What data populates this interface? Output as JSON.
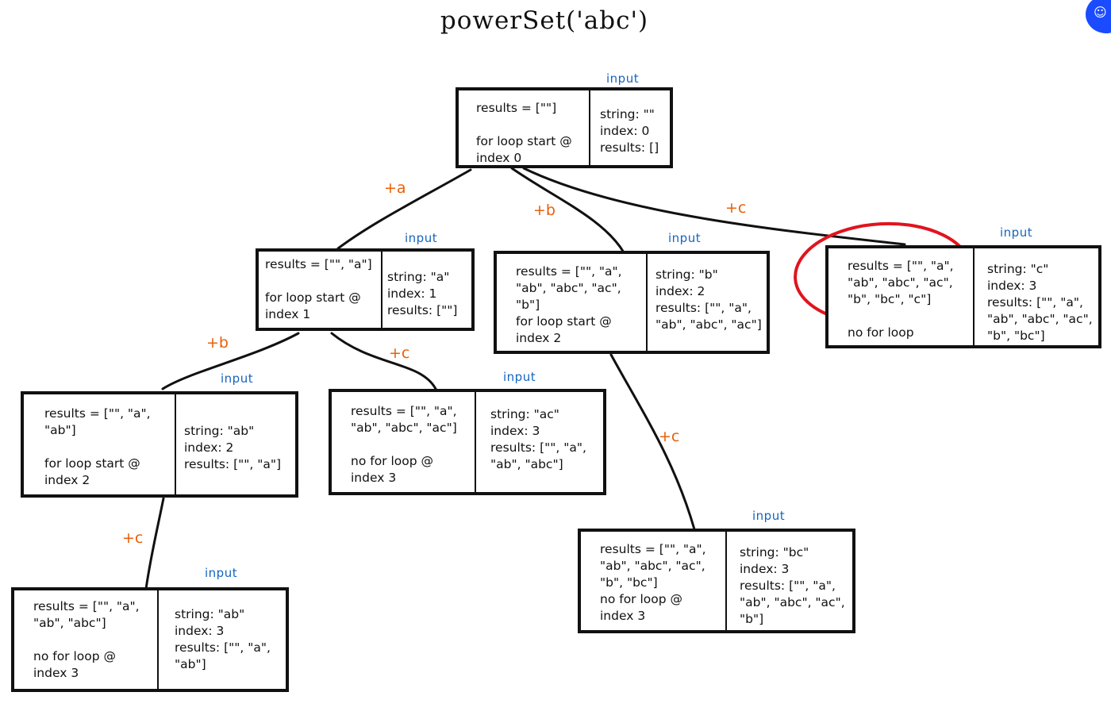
{
  "title": "powerSet('abc')",
  "colors": {
    "ink": "#111111",
    "input_label": "#1565c0",
    "edge_label": "#e8600a",
    "highlight": "#e0141e",
    "avatar": "#1a4bff"
  },
  "avatar_icon": "user-icon",
  "avatar_glyph": "☺",
  "input_label": "input",
  "nodes": {
    "root": {
      "left": "results = [\"\"]\n\nfor loop start @\nindex 0",
      "right": "string: \"\"\nindex: 0\nresults: []"
    },
    "a": {
      "left": "results = [\"\", \"a\"]\n\nfor loop start @\nindex 1",
      "right": "string: \"a\"\nindex: 1\nresults: [\"\"]"
    },
    "b": {
      "left": "results = [\"\", \"a\",\n\"ab\", \"abc\", \"ac\",\n\"b\"]\nfor loop start @\nindex 2",
      "right": "string: \"b\"\nindex: 2\nresults: [\"\", \"a\",\n\"ab\", \"abc\", \"ac\"]"
    },
    "c": {
      "left": "results = [\"\", \"a\",\n\"ab\", \"abc\", \"ac\",\n\"b\", \"bc\", \"c\"]\n\nno for loop",
      "right": "string: \"c\"\nindex: 3\nresults: [\"\", \"a\",\n\"ab\", \"abc\", \"ac\",\n\"b\", \"bc\"]"
    },
    "ab": {
      "left": "results = [\"\", \"a\",\n\"ab\"]\n\nfor loop start @\nindex 2",
      "right": "string: \"ab\"\nindex: 2\nresults: [\"\", \"a\"]"
    },
    "ac": {
      "left": "results = [\"\", \"a\",\n\"ab\", \"abc\", \"ac\"]\n\nno for loop @\nindex 3",
      "right": "string: \"ac\"\nindex: 3\nresults: [\"\", \"a\",\n\"ab\", \"abc\"]"
    },
    "abc": {
      "left": "results = [\"\", \"a\",\n\"ab\", \"abc\"]\n\nno for loop @\nindex 3",
      "right": "string: \"ab\"\nindex: 3\nresults: [\"\", \"a\",\n\"ab\"]"
    },
    "bc": {
      "left": "results = [\"\", \"a\",\n\"ab\", \"abc\", \"ac\",\n\"b\", \"bc\"]\nno for loop @\nindex 3",
      "right": "string: \"bc\"\nindex: 3\nresults: [\"\", \"a\",\n\"ab\", \"abc\", \"ac\",\n\"b\"]"
    }
  },
  "edges": {
    "root_a": "+a",
    "root_b": "+b",
    "root_c": "+c",
    "a_ab": "+b",
    "a_ac": "+c",
    "ab_abc": "+c",
    "b_bc": "+c"
  }
}
